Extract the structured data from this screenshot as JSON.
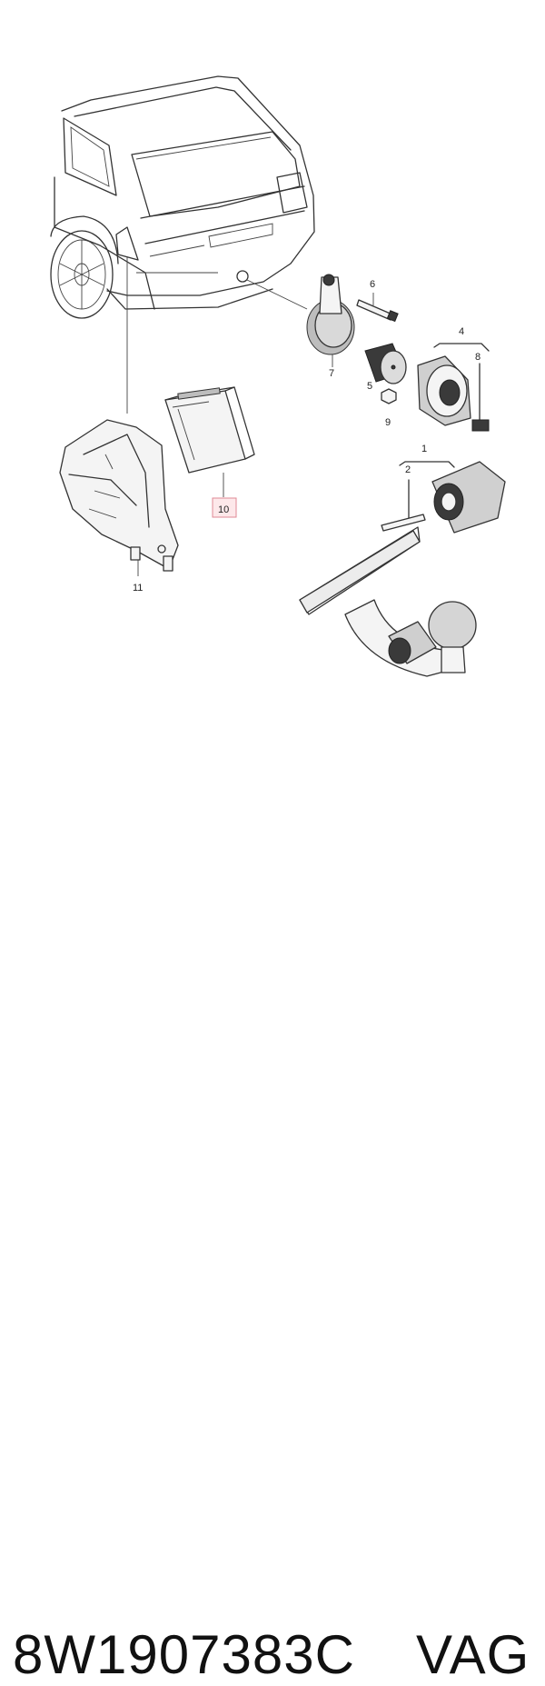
{
  "diagram": {
    "callouts": {
      "c1": "1",
      "c2": "2",
      "c4": "4",
      "c5": "5",
      "c6": "6",
      "c7": "7",
      "c8": "8",
      "c9": "9",
      "c10": "10",
      "c11": "11"
    },
    "highlight_color": "#e08a95"
  },
  "footer": {
    "part_number": "8W1907383C",
    "brand": "VAG"
  }
}
